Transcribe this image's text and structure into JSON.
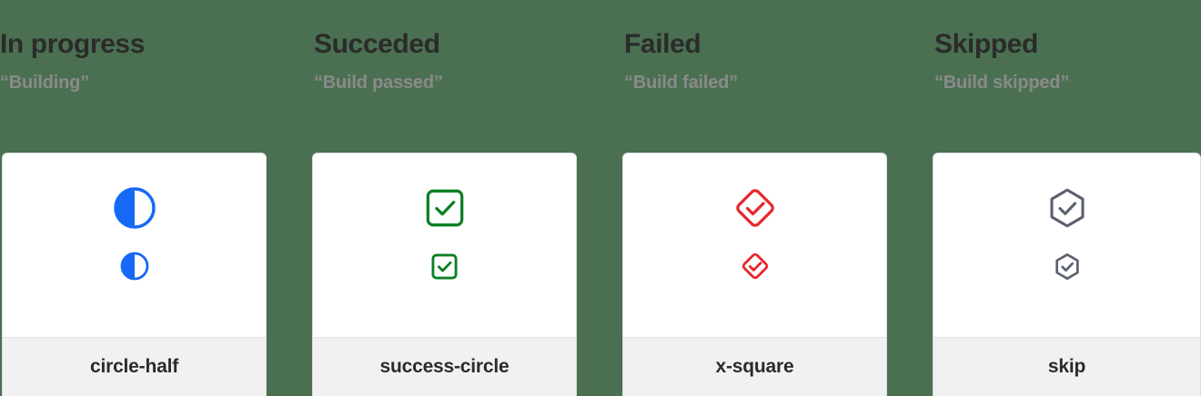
{
  "page": {
    "background_color": "#4a7051",
    "card_background": "#ffffff",
    "card_footer_background": "#f1f1f1",
    "heading_color": "#2b2b2b",
    "phrase_color": "#8a8a8a"
  },
  "columns": [
    {
      "title": "In progress",
      "phrase": "“Building”",
      "icon_name": "circle-half",
      "icon_label": "circle-half",
      "icon_color": "#1769f5"
    },
    {
      "title": "Succeded",
      "phrase": "“Build passed”",
      "icon_name": "success-circle",
      "icon_label": "success-circle",
      "icon_color": "#0a8023"
    },
    {
      "title": "Failed",
      "phrase": "“Build failed”",
      "icon_name": "x-square",
      "icon_label": "x-square",
      "icon_color": "#e8262c"
    },
    {
      "title": "Skipped",
      "phrase": "“Build skipped”",
      "icon_name": "skip",
      "icon_label": "skip",
      "icon_color": "#5b6070"
    }
  ]
}
